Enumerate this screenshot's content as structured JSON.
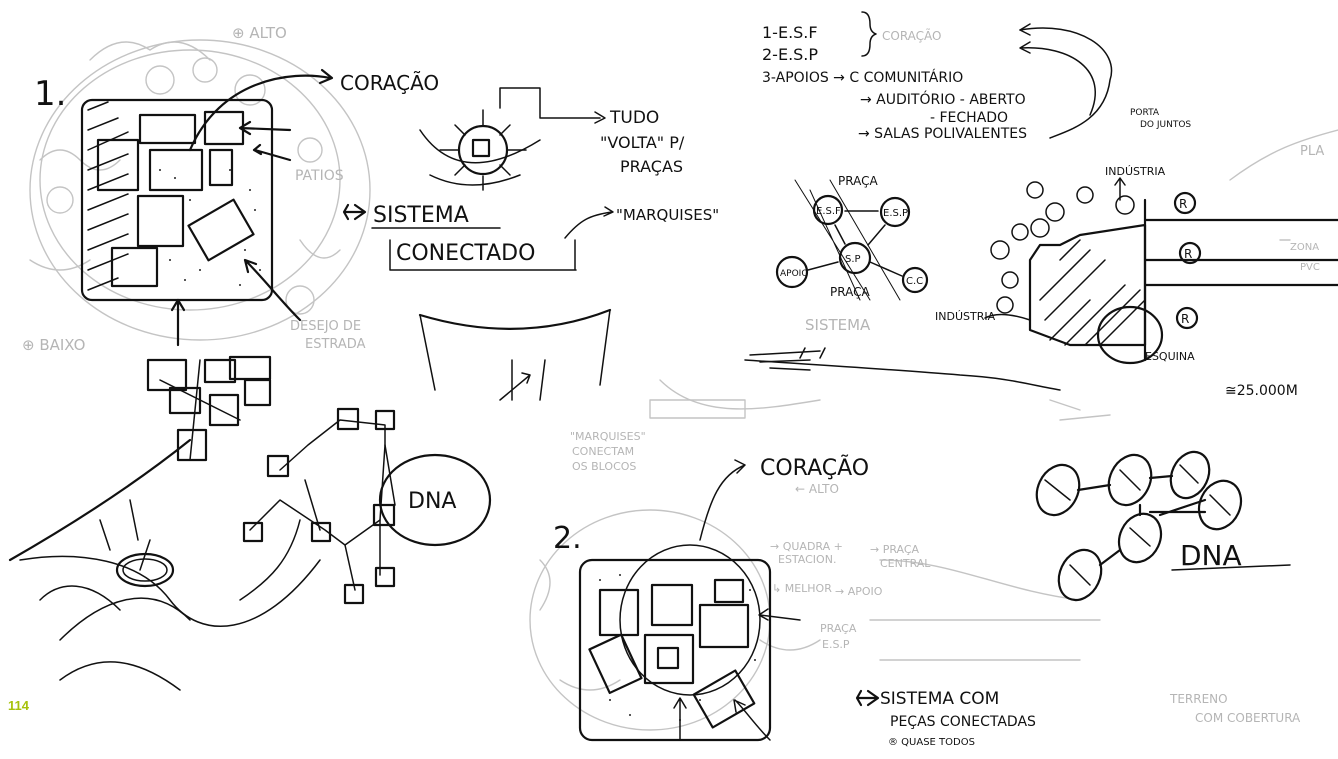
{
  "page_number": "114",
  "colors": {
    "ink": "#111111",
    "faint": "#b5b5b5",
    "page_number": "#a7c20d"
  },
  "sketch1": {
    "number": "1.",
    "alto": "⊕ ALTO",
    "baixo": "⊕ BAIXO",
    "coracao": "CORAÇÃO",
    "patios": "PATIOS",
    "desejo": "DESEJO DE",
    "estrada": "ESTRADA",
    "tudo": "TUDO",
    "volta": "\"VOLTA\" P/",
    "pracas": "PRAÇAS",
    "sistema": "SISTEMA",
    "conectado": "CONECTADO",
    "marquises": "\"MARQUISES\"",
    "dna": "DNA"
  },
  "program": {
    "line1": "1-E.S.F",
    "line2": "2-E.S.P",
    "line3": "3-APOIOS → C COMUNITÁRIO",
    "line4": "→ AUDITÓRIO - ABERTO",
    "line5": "- FECHADO",
    "line6": "→ SALAS POLIVALENTES",
    "coracao_faint": "CORAÇÃO",
    "porta": "PORTA",
    "do_juntos": "DO JUNTOS"
  },
  "system_diagram": {
    "praca_top": "PRAÇA",
    "esf": "E.S.F",
    "esp": "E.S.P",
    "sp": "S.P",
    "apoio": "APOIO",
    "cc": "C.C",
    "praca_bottom": "PRAÇA",
    "sistema": "SISTEMA"
  },
  "site_plan": {
    "industria_top": "INDÚSTRIA",
    "industria_left": "INDÚSTRIA",
    "esquina": "ESQUINA",
    "area": "≅25.000M",
    "r": "R",
    "pla": "PLA",
    "zone": "ZONA",
    "pvc": "PVC"
  },
  "sketch2": {
    "number": "2.",
    "coracao": "CORAÇÃO",
    "alto": "← ALTO",
    "marquises": "\"MARQUISES\"",
    "conectam": "CONECTAM",
    "os_blocos": "OS BLOCOS",
    "quadra": "→ QUADRA +",
    "estacion": "ESTACION.",
    "praca": "→ PRAÇA",
    "central": "CENTRAL",
    "melhor": "↳ MELHOR",
    "apoio": "→ APOIO",
    "praca2": "PRAÇA",
    "esp": "E.S.P",
    "sistema_com": "SISTEMA COM",
    "pecas": "PEÇAS CONECTADAS",
    "quase_todos": "® QUASE TODOS",
    "dna": "DNA",
    "terreno": "TERRENO",
    "com_cobertura": "COM COBERTURA"
  }
}
